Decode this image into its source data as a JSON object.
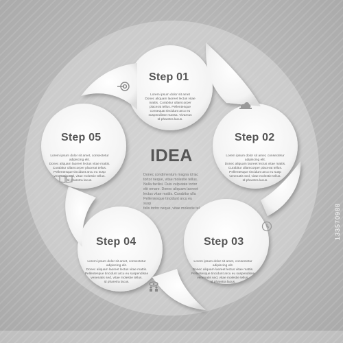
{
  "center": {
    "title": "IDEA",
    "body": "Donec condimentum magna id lac\ntortor neque, vitae molestie tellus.\nNulla facilisi. Duis vulputate tortor\nelit ornare. Donec aliquam laoreet\nlectus vitae mattis. Curabitur ulla\nPellentesque tincidunt arcu eu susp\nfelis tortor neque, vitae molestie tel"
  },
  "steps": [
    {
      "title": "Step 01",
      "icon": "target-arrow-icon",
      "body": "Lorem ipsum dolor sit amet\nDonec aliquam laoreet lectus vitae\nmattis. Curabitur ullamcorper\nplacerat tellus. Pellentesque\nconsequat tincidunt arcu eu\nsuspendisse massa. Vivamus\nId pharetra lacus."
    },
    {
      "title": "Step 02",
      "icon": "cloud-hat-icon",
      "body": "Lorem ipsum dolor sit amet, consectetur adipiscing elit.\nDonec aliquam laoreet lectus vitae mattis.\nCurabitur ullamcorper placerat tellus.\nPellentesque tincidunt arcu eu susp\nvenenatis sed, vitae molestie tellus.\nId pharetra lacus."
    },
    {
      "title": "Step 03",
      "icon": "clock-icon",
      "body": "Lorem ipsum dolor sit amet, consectetur adipiscing elit.\nDonec aliquam laoreet lectus vitae mattis.\nPellentesque tincidunt arcu eu suspendisse\nvenenatis sed, vitae molestie tellus.\nId pharetra lacus."
    },
    {
      "title": "Step 04",
      "icon": "people-eye-icon",
      "body": "Lorem ipsum dolor sit amet, consectetur adipiscing elit.\nDonec aliquam laoreet lectus vitae mattis.\nPellentesque tincidunt arcu eu suspendisse\nvenenatis sed, vitae molestie tellus.\nId pharetra lacus."
    },
    {
      "title": "Step 05",
      "icon": "open-book-icon",
      "body": "Lorem ipsum dolor sit amet, consectetur adipiscing elit.\nDonec aliquam laoreet lectus vitae mattis.\nCurabitur ullamcorper placerat tellus.\nPellentesque tincidunt arcu eu susp\nvenenatis sed, vitae molestie tellus.\nId pharetra lacus."
    }
  ],
  "watermark": "133570988",
  "colors": {
    "background": "#b9b9b9",
    "petal": "#f4f4f4",
    "text": "#555555"
  }
}
